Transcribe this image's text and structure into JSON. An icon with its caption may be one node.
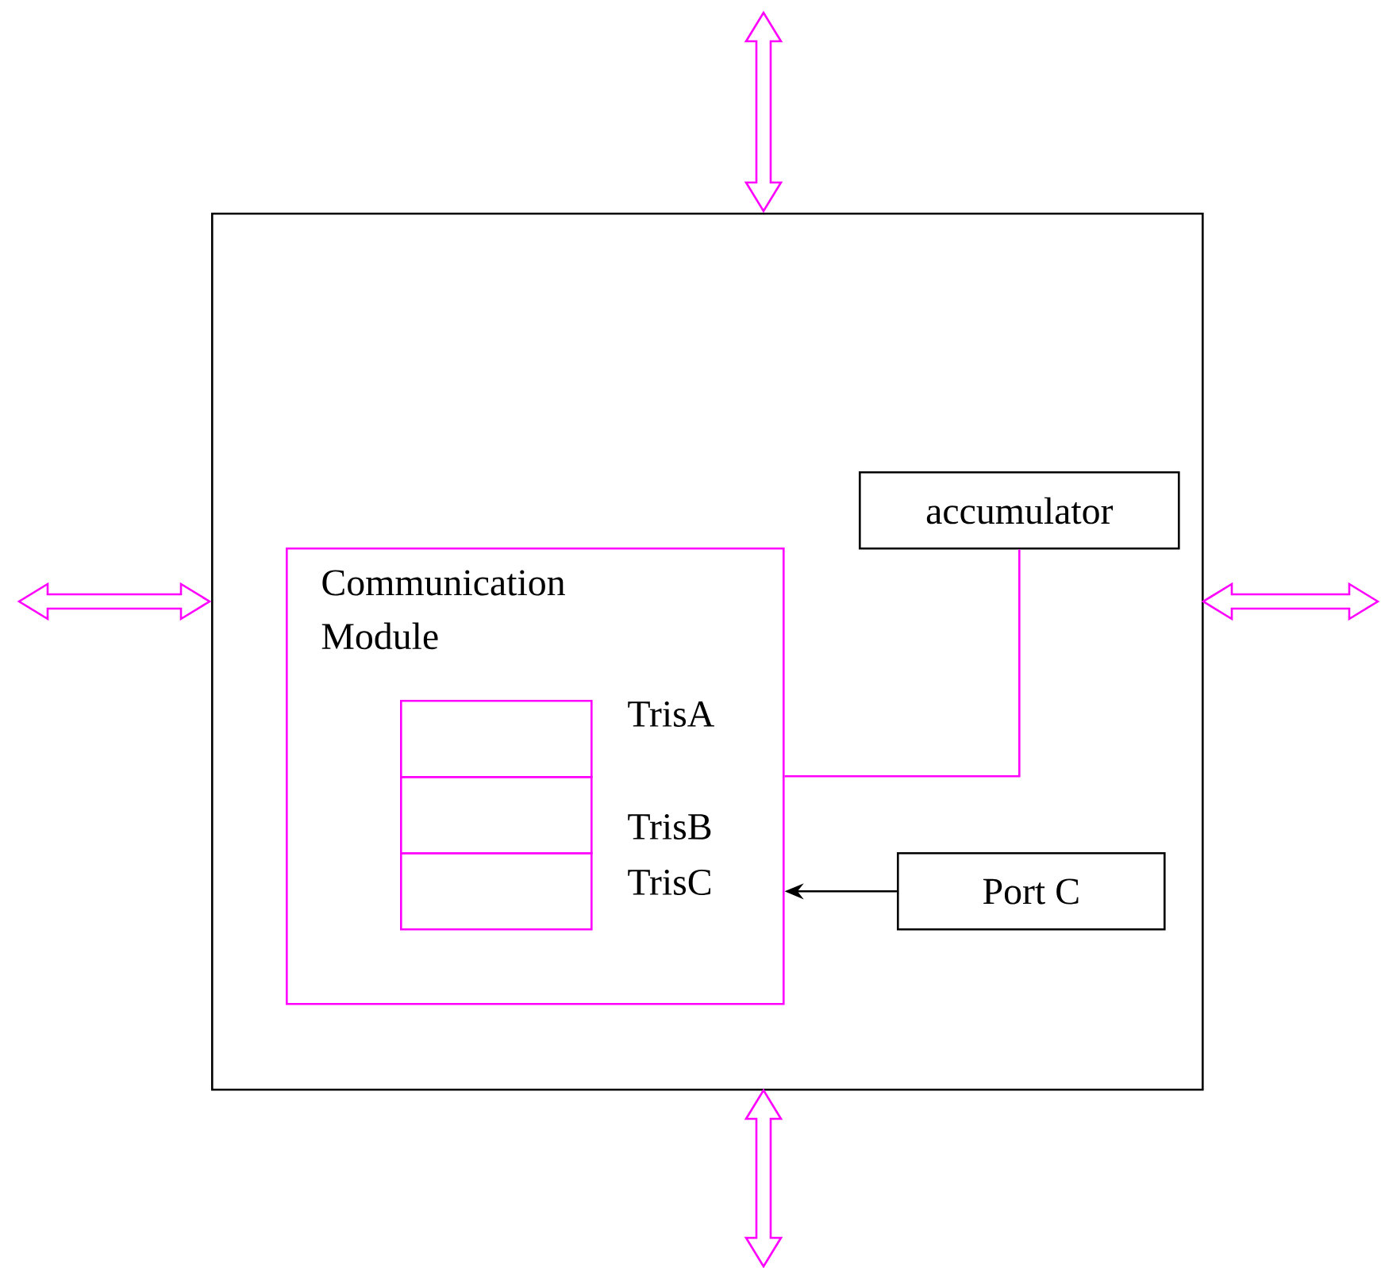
{
  "diagram": {
    "nodes": [
      {
        "text": [],
        "shape": "box"
      },
      {
        "text": [
          "Communication Module"
        ],
        "in": 0
      },
      {
        "text": [],
        "shape": "box",
        "in": 1,
        "beside": [
          "TrisA"
        ]
      },
      {
        "text": [],
        "shape": "box",
        "in": 1,
        "beside": [
          "TrisB"
        ]
      },
      {
        "text": [],
        "shape": "box",
        "in": 1,
        "beside": [
          "TrisC"
        ]
      },
      {
        "text": [
          "accumulator"
        ],
        "in": 0
      },
      {
        "text": [
          "Port C"
        ],
        "in": 0
      }
    ],
    "edges": [
      {
        "from": null,
        "to": 0,
        "arrow": "both"
      },
      {
        "from": null,
        "to": 0,
        "arrow": "both"
      },
      {
        "from": null,
        "to": 0,
        "arrow": "both"
      },
      {
        "from": null,
        "to": 0,
        "arrow": "both"
      },
      {
        "from": 5,
        "to": 1,
        "arrow": "none"
      },
      {
        "from": 6,
        "to": 1,
        "arrow": "to",
        "color": "#000000"
      }
    ]
  }
}
